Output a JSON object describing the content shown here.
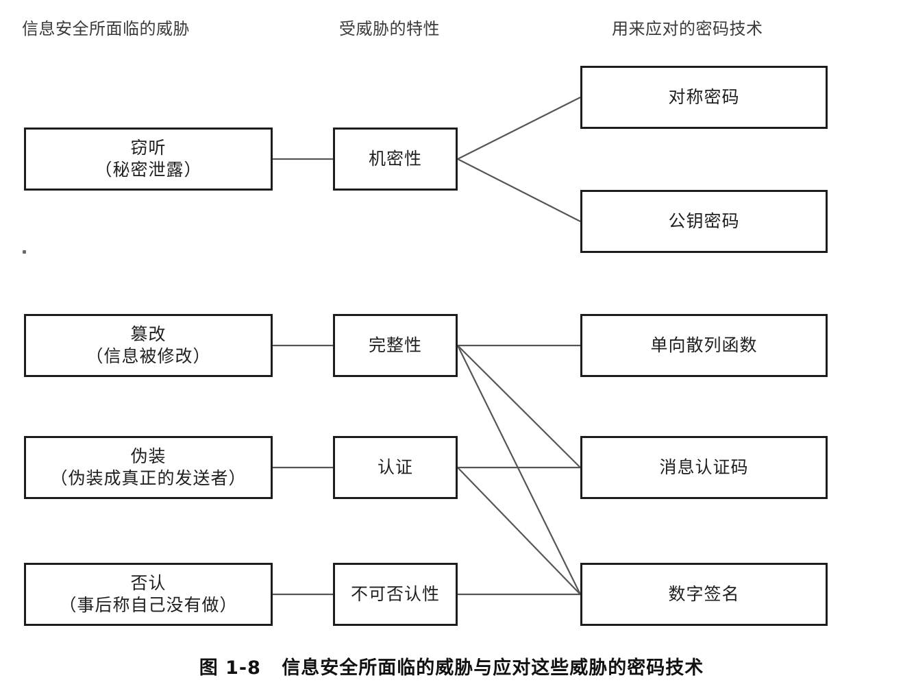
{
  "headers": {
    "threat": "信息安全所面临的威胁",
    "property": "受威胁的特性",
    "technique": "用来应对的密码技术"
  },
  "threats": [
    {
      "name": "窃听",
      "detail": "（秘密泄露）"
    },
    {
      "name": "篡改",
      "detail": "（信息被修改）"
    },
    {
      "name": "伪装",
      "detail": "（伪装成真正的发送者）"
    },
    {
      "name": "否认",
      "detail": "（事后称自己没有做）"
    }
  ],
  "properties": [
    {
      "name": "机密性"
    },
    {
      "name": "完整性"
    },
    {
      "name": "认证"
    },
    {
      "name": "不可否认性"
    }
  ],
  "techniques": [
    {
      "name": "对称密码"
    },
    {
      "name": "公钥密码"
    },
    {
      "name": "单向散列函数"
    },
    {
      "name": "消息认证码"
    },
    {
      "name": "数字签名"
    }
  ],
  "caption": {
    "number": "图 1-8",
    "text": "信息安全所面临的威胁与应对这些威胁的密码技术"
  },
  "colors": {
    "box_border": "#1c1c1c",
    "connector": "#555555",
    "header_text": "#3a3a3a",
    "background": "#ffffff"
  },
  "chart_data": {
    "type": "diagram",
    "title": "信息安全所面临的威胁与应对这些威胁的密码技术",
    "columns": [
      "信息安全所面临的威胁",
      "受威胁的特性",
      "用来应对的密码技术"
    ],
    "nodes": {
      "threats": [
        "窃听（秘密泄露）",
        "篡改（信息被修改）",
        "伪装（伪装成真正的发送者）",
        "否认（事后称自己没有做）"
      ],
      "properties": [
        "机密性",
        "完整性",
        "认证",
        "不可否认性"
      ],
      "techniques": [
        "对称密码",
        "公钥密码",
        "单向散列函数",
        "消息认证码",
        "数字签名"
      ]
    },
    "edges": [
      {
        "from": "窃听（秘密泄露）",
        "to": "机密性"
      },
      {
        "from": "篡改（信息被修改）",
        "to": "完整性"
      },
      {
        "from": "伪装（伪装成真正的发送者）",
        "to": "认证"
      },
      {
        "from": "否认（事后称自己没有做）",
        "to": "不可否认性"
      },
      {
        "from": "机密性",
        "to": "对称密码"
      },
      {
        "from": "机密性",
        "to": "公钥密码"
      },
      {
        "from": "完整性",
        "to": "单向散列函数"
      },
      {
        "from": "完整性",
        "to": "消息认证码"
      },
      {
        "from": "完整性",
        "to": "数字签名"
      },
      {
        "from": "认证",
        "to": "消息认证码"
      },
      {
        "from": "认证",
        "to": "数字签名"
      },
      {
        "from": "不可否认性",
        "to": "数字签名"
      }
    ]
  }
}
